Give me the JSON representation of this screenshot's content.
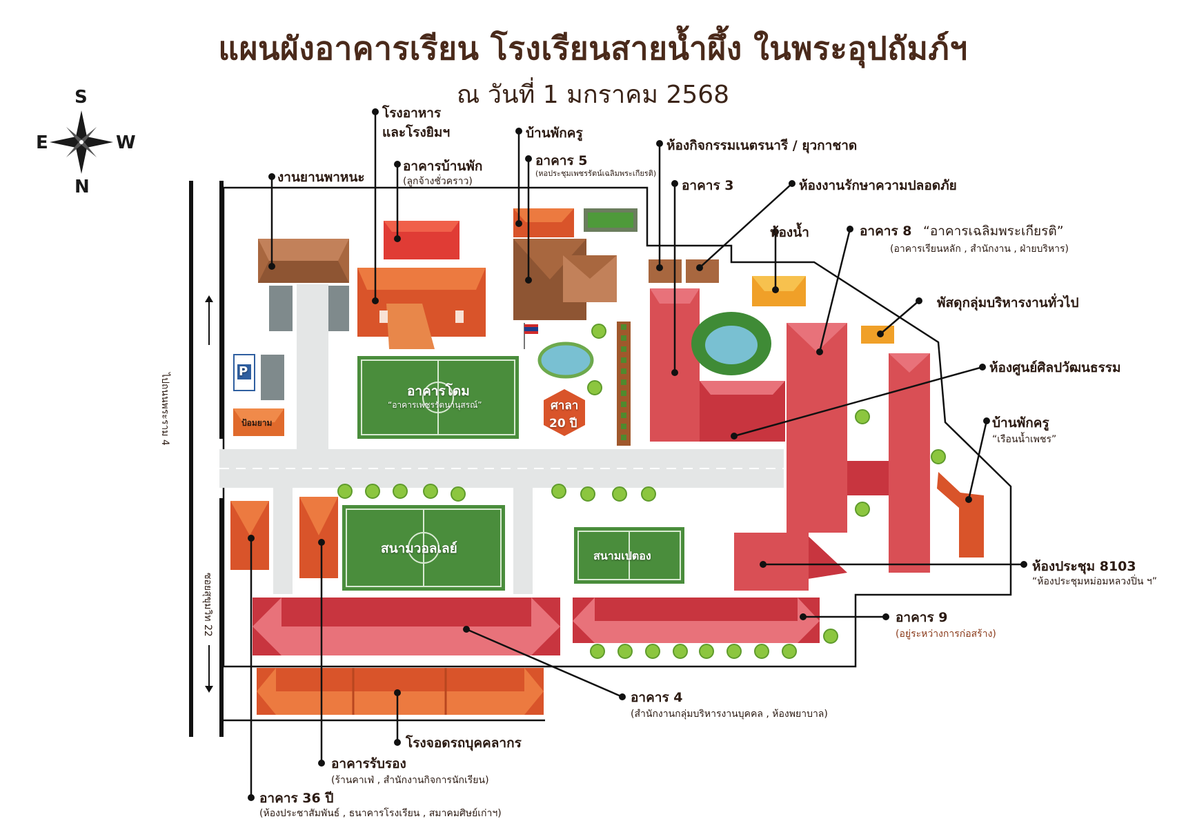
{
  "title": "แผนผังอาคารเรียน โรงเรียนสายน้ำผึ้ง ในพระอุปถัมภ์ฯ",
  "subtitle": "ณ วันที่ 1 มกราคม 2568",
  "compass": {
    "s": "S",
    "e": "E",
    "w": "W",
    "n": "N",
    "icon": "compass-rose-icon"
  },
  "colors": {
    "building_red": "#d94f55",
    "building_orange": "#e06a2c",
    "building_brown": "#a8673f",
    "field_green": "#4a8d3c",
    "road": "#e4e6e6",
    "accent_title": "#4a2a1b"
  },
  "roads": {
    "left_top": "ไปถนนพระราม 4",
    "left_bottom": "ซอยสุขุมวิท 22"
  },
  "callouts": {
    "cafeteria_1": "โรงอาหาร",
    "cafeteria_2": "และโรงยิมฯ",
    "vehicle": "งานยานพาหนะ",
    "dorm": "อาคารบ้านพัก",
    "dorm_sub": "(ลูกจ้างชั่วคราว)",
    "teacher_house": "บ้านพักครู",
    "bldg5": "อาคาร 5",
    "bldg5_sub": "(หอประชุมเพชรรัตน์เฉลิมพระเกียรติ)",
    "activity_room": "ห้องกิจกรรมเนตรนารี / ยุวกาชาด",
    "bldg3": "อาคาร 3",
    "security_room": "ห้องงานรักษาความปลอดภัย",
    "restroom": "ห้องน้ำ",
    "bldg8_a": "อาคาร 8",
    "bldg8_b": "“อาคารเฉลิมพระเกียรติ”",
    "bldg8_sub": "(อาคารเรียนหลัก , สำนักงาน , ฝ่ายบริหาร)",
    "supplies": "พัสดุกลุ่มบริหารงานทั่วไป",
    "arts_center": "ห้องศูนย์ศิลปวัฒนธรรม",
    "teacher_house2": "บ้านพักครู",
    "teacher_house2_sub": "“เรือนน้ำเพชร”",
    "meeting": "ห้องประชุม 8103",
    "meeting_sub": "“ห้องประชุมหม่อมหลวงปิ่น ฯ”",
    "bldg9": "อาคาร 9",
    "bldg9_sub": "(อยู่ระหว่างการก่อสร้าง)",
    "bldg4": "อาคาร 4",
    "bldg4_sub": "(สำนักงานกลุ่มบริหารงานบุคคล , ห้องพยาบาล)",
    "parking": "โรงจอดรถบุคคลากร",
    "reception": "อาคารรับรอง",
    "reception_sub": "(ร้านคาเฟ่ , สำนักงานกิจการนักเรียน)",
    "bldg36": "อาคาร 36 ปี",
    "bldg36_sub": "(ห้องประชาสัมพันธ์ , ธนาคารโรงเรียน , สมาคมศิษย์เก่าฯ)"
  },
  "on_map": {
    "dome": "อาคารโดม",
    "dome_sub": "“อาคารเพชรรัตนานุสรณ์”",
    "pavilion_1": "ศาลา",
    "pavilion_2": "20 ปี",
    "volleyball": "สนามวอลเลย์",
    "petanque": "สนามเปตอง",
    "guard": "ป้อมยาม",
    "parking_sign": "P"
  }
}
